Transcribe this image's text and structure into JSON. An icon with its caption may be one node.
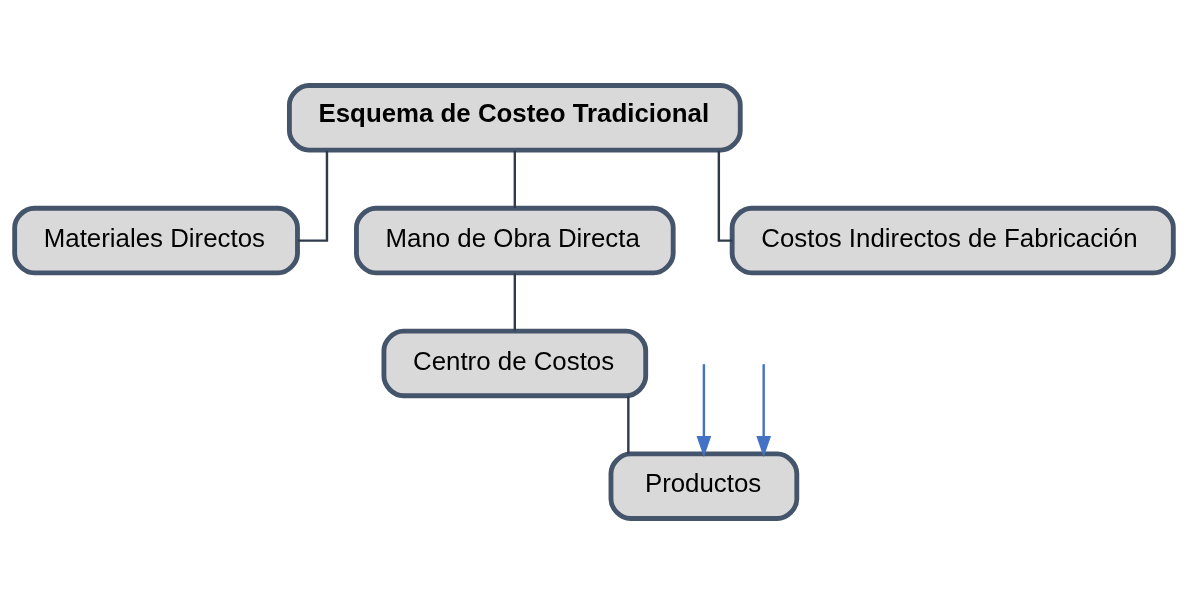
{
  "diagram": {
    "nodes": [
      {
        "text": [
          "Esquema de Costeo Tradicional"
        ]
      },
      {
        "text": [
          "Materiales Directos"
        ]
      },
      {
        "text": [
          "Mano de Obra Directa"
        ]
      },
      {
        "text": [
          "Costos Indirectos de Fabricación"
        ]
      },
      {
        "text": [
          "Centro de Costos"
        ]
      },
      {
        "text": [
          "Productos"
        ]
      }
    ],
    "edges": [
      {
        "from": 0,
        "to": 1,
        "arrow": "none"
      },
      {
        "from": 0,
        "to": 2,
        "arrow": "none"
      },
      {
        "from": 0,
        "to": 3,
        "arrow": "none"
      },
      {
        "from": 2,
        "to": 4,
        "arrow": "none"
      },
      {
        "from": 4,
        "to": 5,
        "arrow": "none"
      },
      {
        "from": null,
        "to": 5,
        "arrow": "to",
        "color": "#4472c4"
      },
      {
        "from": null,
        "to": 5,
        "arrow": "to",
        "color": "#4472c4"
      }
    ]
  }
}
